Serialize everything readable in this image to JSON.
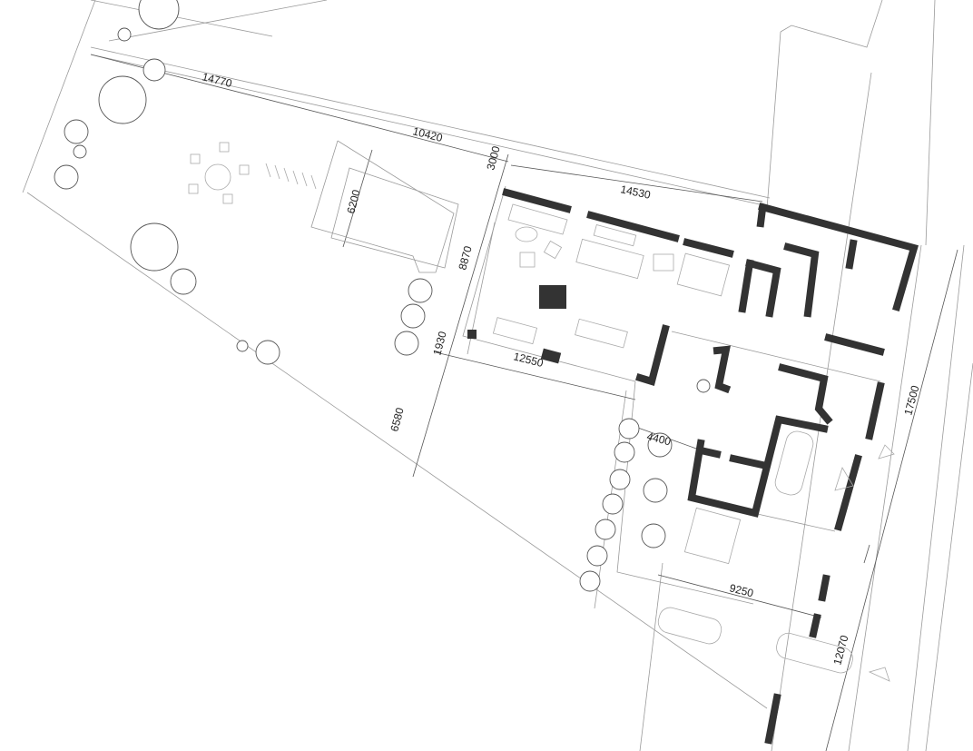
{
  "plan": {
    "dimensions": {
      "site_width_top": "14770",
      "pool_offset": "10420",
      "setback_top": "3000",
      "house_width_top": "14530",
      "pool_width": "6200",
      "house_depth_left": "8870",
      "terrace_offset": "1930",
      "house_width_bottom": "12550",
      "garden_depth": "6580",
      "wing_offset": "4400",
      "wing_width": "9250",
      "driveway_length": "12070",
      "street_frontage": "17500"
    },
    "colors": {
      "wall": "#333333",
      "line": "#9a9a9a",
      "background": "#ffffff"
    }
  }
}
